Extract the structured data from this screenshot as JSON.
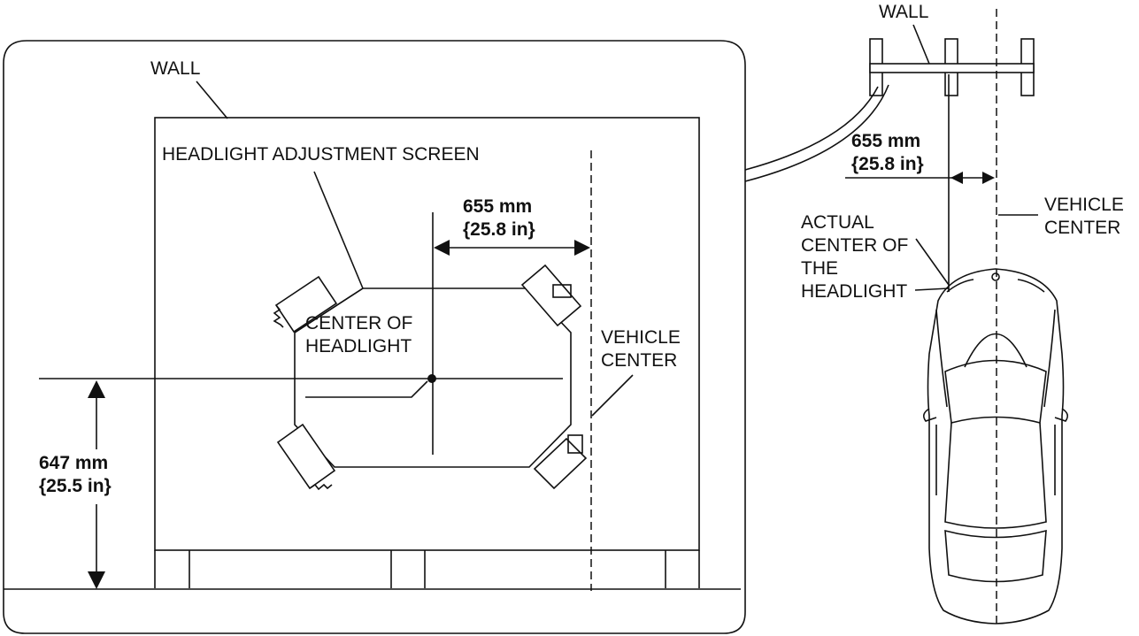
{
  "labels": {
    "wall_main": "WALL",
    "wall_inset": "WALL",
    "screen": "HEADLIGHT ADJUSTMENT SCREEN",
    "center_headlight": [
      "CENTER OF",
      "HEADLIGHT"
    ],
    "vehicle_center_main": [
      "VEHICLE",
      "CENTER"
    ],
    "vehicle_center_inset": [
      "VEHICLE",
      "CENTER"
    ],
    "actual_center": [
      "ACTUAL",
      "CENTER OF",
      "THE",
      "HEADLIGHT"
    ]
  },
  "dimensions": {
    "horizontal_main": [
      "655 mm",
      "{25.8 in}"
    ],
    "horizontal_inset": [
      "655 mm",
      "{25.8 in}"
    ],
    "height": [
      "647 mm",
      "{25.5 in}"
    ]
  }
}
